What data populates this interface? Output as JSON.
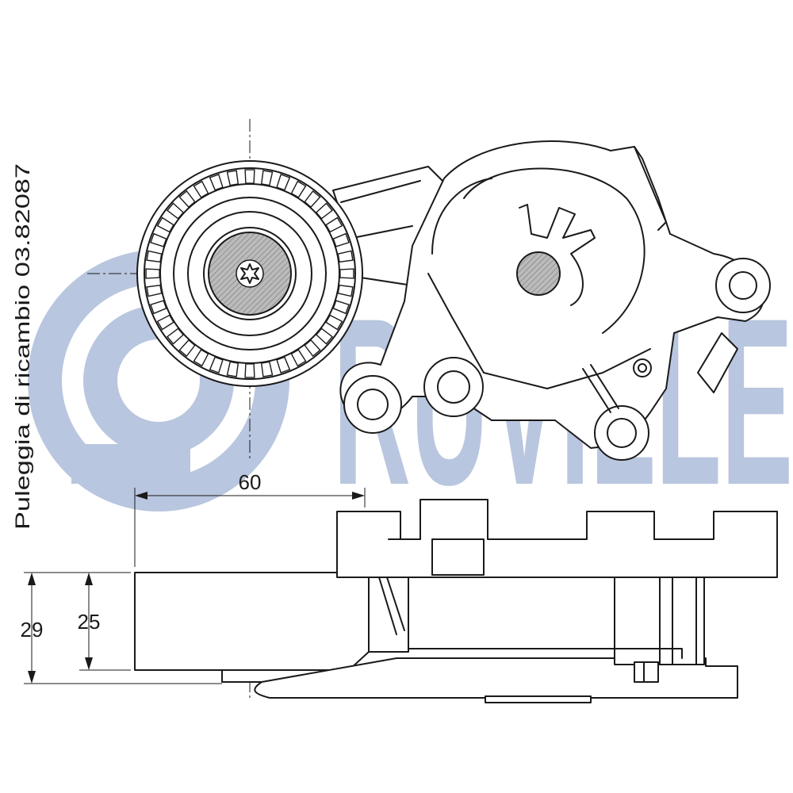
{
  "watermark": {
    "brand": "RUVILLE",
    "color": "#b9c6df"
  },
  "reference_note": "Puleggia di ricambio 03.82087",
  "dimensions": {
    "width_label": "60",
    "height_outer_label": "29",
    "height_inner_label": "25"
  },
  "colors": {
    "line": "#1a1a1a",
    "hatch_fill": "#bbbbbb"
  }
}
